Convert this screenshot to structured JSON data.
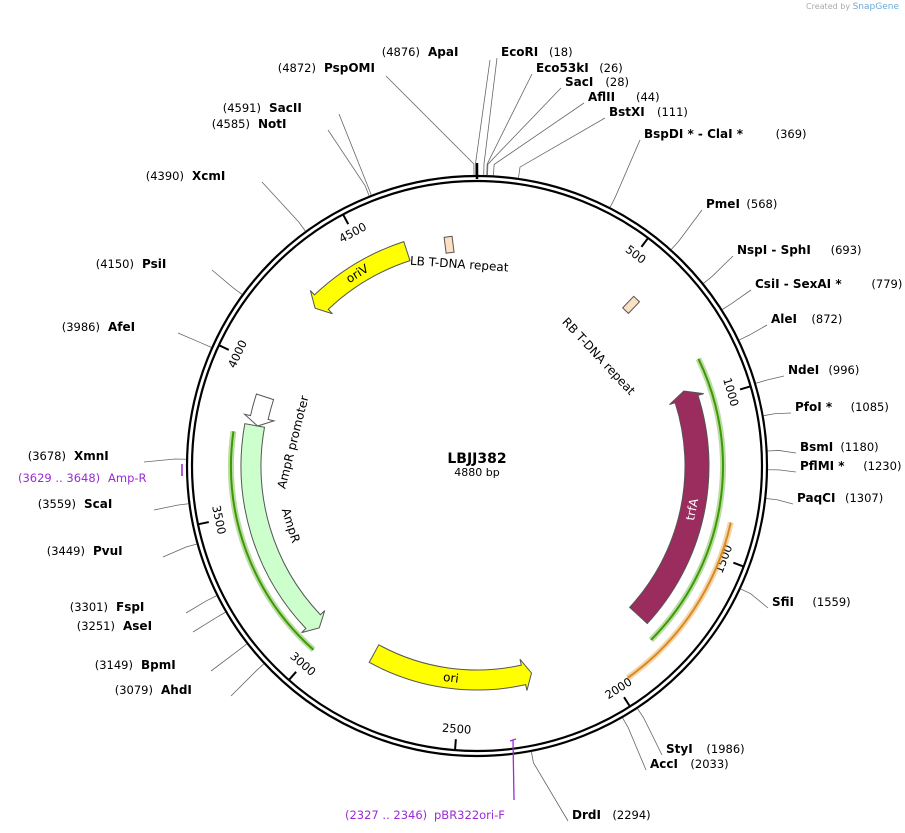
{
  "credit": {
    "prefix": "Created by",
    "brand": "SnapGene"
  },
  "plasmid": {
    "name": "LBJJ382",
    "size_label": "4880 bp",
    "length": 4880
  },
  "ticks": [
    {
      "pos": 500,
      "label": "500"
    },
    {
      "pos": 1000,
      "label": "1000"
    },
    {
      "pos": 1500,
      "label": "1500"
    },
    {
      "pos": 2000,
      "label": "2000"
    },
    {
      "pos": 2500,
      "label": "2500"
    },
    {
      "pos": 3000,
      "label": "3000"
    },
    {
      "pos": 3500,
      "label": "3500"
    },
    {
      "pos": 4000,
      "label": "4000"
    },
    {
      "pos": 4500,
      "label": "4500"
    }
  ],
  "sites": [
    {
      "id": "apai",
      "pos": 4876,
      "name": "ApaI",
      "pos_label": "(4876)"
    },
    {
      "id": "pspomi",
      "pos": 4872,
      "name": "PspOMI",
      "pos_label": "(4872)"
    },
    {
      "id": "ecori",
      "pos": 18,
      "name": "EcoRI",
      "pos_label": "(18)"
    },
    {
      "id": "eco53ki",
      "pos": 26,
      "name": "Eco53kI",
      "pos_label": "(26)"
    },
    {
      "id": "saci",
      "pos": 28,
      "name": "SacI",
      "pos_label": "(28)"
    },
    {
      "id": "aflii",
      "pos": 44,
      "name": "AflII",
      "pos_label": "(44)"
    },
    {
      "id": "bstxi",
      "pos": 111,
      "name": "BstXI",
      "pos_label": "(111)"
    },
    {
      "id": "bspdi",
      "pos": 369,
      "name": "BspDI * - ClaI *",
      "pos_label": "(369)"
    },
    {
      "id": "pmei",
      "pos": 568,
      "name": "PmeI",
      "pos_label": "(568)"
    },
    {
      "id": "nspi",
      "pos": 693,
      "name": "NspI - SphI",
      "pos_label": "(693)"
    },
    {
      "id": "csii",
      "pos": 779,
      "name": "CsiI - SexAI *",
      "pos_label": "(779)"
    },
    {
      "id": "alei",
      "pos": 872,
      "name": "AleI",
      "pos_label": "(872)"
    },
    {
      "id": "ndei",
      "pos": 996,
      "name": "NdeI",
      "pos_label": "(996)"
    },
    {
      "id": "pfoi",
      "pos": 1085,
      "name": "PfoI *",
      "pos_label": "(1085)"
    },
    {
      "id": "bsmi",
      "pos": 1180,
      "name": "BsmI",
      "pos_label": "(1180)"
    },
    {
      "id": "pflmi",
      "pos": 1230,
      "name": "PflMI *",
      "pos_label": "(1230)"
    },
    {
      "id": "paqci",
      "pos": 1307,
      "name": "PaqCI",
      "pos_label": "(1307)"
    },
    {
      "id": "sfii",
      "pos": 1559,
      "name": "SfiI",
      "pos_label": "(1559)"
    },
    {
      "id": "styi",
      "pos": 1986,
      "name": "StyI",
      "pos_label": "(1986)"
    },
    {
      "id": "acci",
      "pos": 2033,
      "name": "AccI",
      "pos_label": "(2033)"
    },
    {
      "id": "drdi",
      "pos": 2294,
      "name": "DrdI",
      "pos_label": "(2294)"
    },
    {
      "id": "ahdi",
      "pos": 3079,
      "name": "AhdI",
      "pos_label": "(3079)"
    },
    {
      "id": "bpmi",
      "pos": 3149,
      "name": "BpmI",
      "pos_label": "(3149)"
    },
    {
      "id": "asei",
      "pos": 3251,
      "name": "AseI",
      "pos_label": "(3251)"
    },
    {
      "id": "fspi",
      "pos": 3301,
      "name": "FspI",
      "pos_label": "(3301)"
    },
    {
      "id": "pvui",
      "pos": 3449,
      "name": "PvuI",
      "pos_label": "(3449)"
    },
    {
      "id": "scai",
      "pos": 3559,
      "name": "ScaI",
      "pos_label": "(3559)"
    },
    {
      "id": "xmni",
      "pos": 3678,
      "name": "XmnI",
      "pos_label": "(3678)"
    },
    {
      "id": "afei",
      "pos": 3986,
      "name": "AfeI",
      "pos_label": "(3986)"
    },
    {
      "id": "psii",
      "pos": 4150,
      "name": "PsiI",
      "pos_label": "(4150)"
    },
    {
      "id": "xcmi",
      "pos": 4390,
      "name": "XcmI",
      "pos_label": "(4390)"
    },
    {
      "id": "noti",
      "pos": 4585,
      "name": "NotI",
      "pos_label": "(4585)"
    },
    {
      "id": "sacii",
      "pos": 4591,
      "name": "SacII",
      "pos_label": "(4591)"
    }
  ],
  "features": [
    {
      "id": "oriv",
      "name": "oriV",
      "color": "#ffff00",
      "start": 4260,
      "end": 4635,
      "dir": "ccw"
    },
    {
      "id": "ampr-promoter",
      "name": "AmpR promoter",
      "color": "#ffffff",
      "start": 3800,
      "end": 3905,
      "dir": "ccw"
    },
    {
      "id": "ampr",
      "name": "AmpR",
      "color": "#ccffcc",
      "start": 3040,
      "end": 3800,
      "dir": "ccw"
    },
    {
      "id": "ori",
      "name": "ori",
      "color": "#ffff00",
      "start": 2240,
      "end": 2830,
      "dir": "ccw"
    },
    {
      "id": "trfa",
      "name": "trfA",
      "color": "#9b2c5e",
      "start": 950,
      "end": 1800,
      "dir": "ccw"
    },
    {
      "id": "lb-repeat",
      "name": "LB T-DNA repeat",
      "color": "#fce0c4",
      "start": 4770,
      "end": 4795
    },
    {
      "id": "rb-repeat",
      "name": "RB T-DNA repeat",
      "color": "#fce0c4",
      "start": 580,
      "end": 605
    }
  ],
  "primers": [
    {
      "id": "amp-r",
      "name": "Amp-R",
      "range_label": "(3629 .. 3648)",
      "color": "#9b2bd6",
      "pos": 3638
    },
    {
      "id": "pbr322ori-f",
      "name": "pBR322ori-F",
      "range_label": "(2327 .. 2346)",
      "color": "#9b2bd6",
      "pos": 2336
    }
  ]
}
